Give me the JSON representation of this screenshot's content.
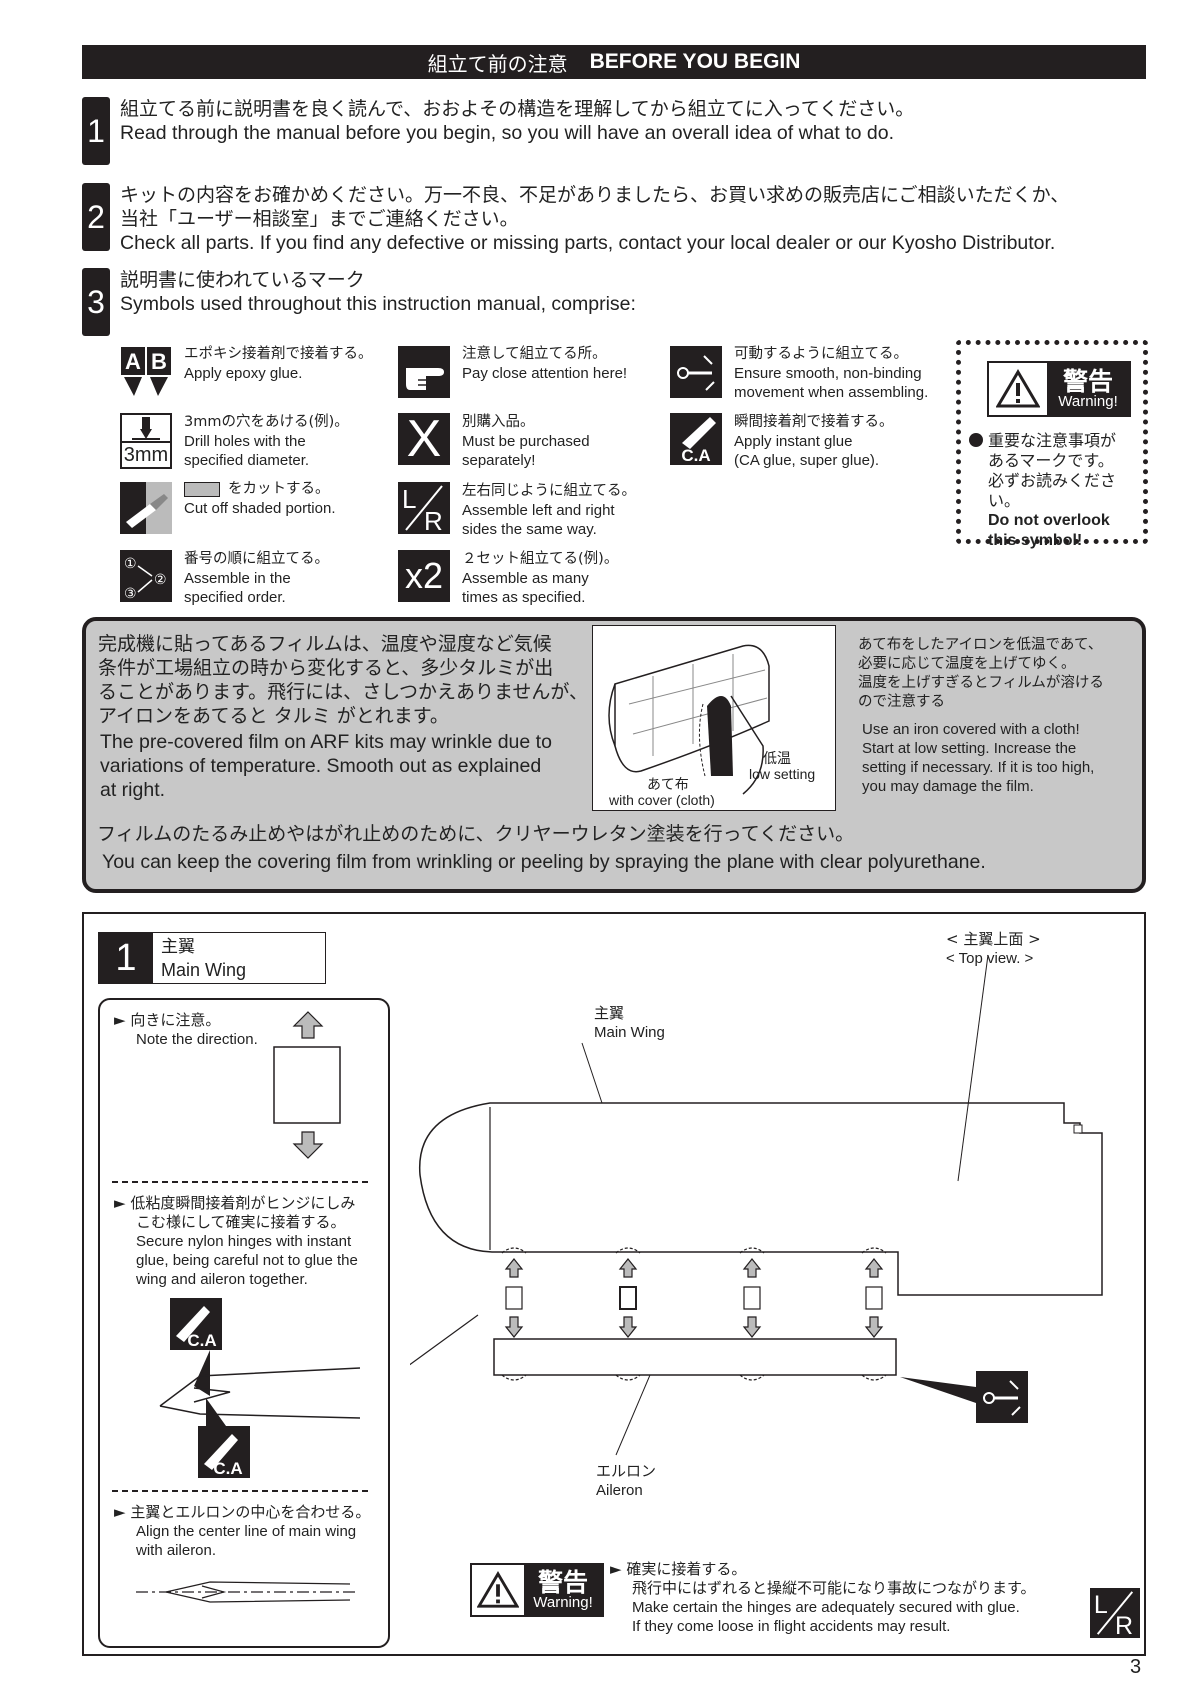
{
  "header": {
    "title_jp": "組立て前の注意",
    "title_en": "BEFORE YOU BEGIN"
  },
  "steps": [
    {
      "num": "1",
      "jp": "組立てる前に説明書を良く読んで、おおよその構造を理解してから組立てに入ってください。",
      "en": "Read through the manual before you begin, so you will have an overall idea of what to do."
    },
    {
      "num": "2",
      "jp1": "キットの内容をお確かめください。万一不良、不足がありましたら、お買い求めの販売店にご相談いただくか、",
      "jp2": "当社「ユーザー相談室」までご連絡ください。",
      "en": "Check all parts.  If you find any defective or missing parts, contact your local dealer or our Kyosho Distributor."
    },
    {
      "num": "3",
      "jp": "説明書に使われているマーク",
      "en": "Symbols used throughout this instruction manual, comprise:"
    }
  ],
  "symbols": {
    "epoxy": {
      "icon": "AB",
      "jp": "エポキシ接着剤で接着する。",
      "en": "Apply epoxy glue."
    },
    "drill": {
      "icon": "3mm",
      "jp": "3mmの穴をあける(例)。",
      "en1": "Drill holes with the",
      "en2": "specified diameter."
    },
    "cut": {
      "jp": "をカットする。",
      "en": "Cut off shaded portion."
    },
    "order": {
      "icon_a": "①",
      "icon_b": "②",
      "icon_c": "③",
      "jp": "番号の順に組立てる。",
      "en1": "Assemble in the",
      "en2": "specified order."
    },
    "attention": {
      "jp": "注意して組立てる所。",
      "en": "Pay close attention here!"
    },
    "purchase": {
      "icon": "X",
      "jp": "別購入品。",
      "en1": "Must be purchased",
      "en2": "separately!"
    },
    "lr": {
      "icon_l": "L",
      "icon_r": "R",
      "jp": "左右同じように組立てる。",
      "en1": "Assemble left and right",
      "en2": "sides the same way."
    },
    "x2": {
      "icon": "x2",
      "jp": "２セット組立てる(例)。",
      "en1": "Assemble as many",
      "en2": "times as specified."
    },
    "smooth": {
      "jp": "可動するように組立てる。",
      "en1": "Ensure smooth, non-binding",
      "en2": "movement when assembling."
    },
    "ca": {
      "icon": "C.A",
      "jp": "瞬間接着剤で接着する。",
      "en1": "Apply instant glue",
      "en2": "(CA glue, super glue)."
    }
  },
  "warning_box": {
    "badge_kanji": "警告",
    "badge_en": "Warning!",
    "jp1": "重要な注意事項が",
    "jp2": "あるマークです。",
    "jp3": "必ずお読みください。",
    "en1": "Do not overlook",
    "en2": "this symbol!"
  },
  "film_notice": {
    "jp1": "完成機に貼ってあるフィルムは、温度や湿度など気候",
    "jp2": "条件が工場組立の時から変化すると、多少タルミが出",
    "jp3": "ることがあります。飛行には、さしつかえありませんが、",
    "jp4": "アイロンをあてると タルミ がとれます。",
    "en1": "The pre-covered film on ARF kits may wrinkle due to",
    "en2": "variations of temperature.  Smooth out as explained",
    "en3": "at right.",
    "fig_low_jp": "低温",
    "fig_low_en": "low setting",
    "fig_cloth_jp": "あて布",
    "fig_cloth_en": "with cover (cloth)",
    "right_jp1": "あて布をしたアイロンを低温であて、",
    "right_jp2": "必要に応じて温度を上げてゆく。",
    "right_jp3": "温度を上げすぎるとフィルムが溶ける",
    "right_jp4": "ので注意する",
    "right_en1": "Use an iron covered with a cloth!",
    "right_en2": "Start at low setting.  Increase the",
    "right_en3": "setting if necessary.  If it is too high,",
    "right_en4": "you may damage the film.",
    "bottom_jp": "フィルムのたるみ止めやはがれ止めのために、クリヤーウレタン塗装を行ってください。",
    "bottom_en": "You can keep the covering film from wrinkling or peeling by spraying the plane with clear polyurethane."
  },
  "section1": {
    "num": "1",
    "title_jp": "主翼",
    "title_en": "Main Wing",
    "top_view_jp": "< 主翼上面 >",
    "top_view_en": "< Top view. >",
    "wing_label_jp": "主翼",
    "wing_label_en": "Main Wing",
    "aileron_jp": "エルロン",
    "aileron_en": "Aileron",
    "note_dir_jp": "向きに注意。",
    "note_dir_en": "Note the direction.",
    "hinge_jp1": "低粘度瞬間接着剤がヒンジにしみ",
    "hinge_jp2": "こむ様にして確実に接着する。",
    "hinge_en1": "Secure nylon hinges with instant",
    "hinge_en2": "glue, being careful not to glue the",
    "hinge_en3": "wing and aileron together.",
    "ca_label": "C.A",
    "align_jp": "主翼とエルロンの中心を合わせる。",
    "align_en1": "Align the center line of main wing",
    "align_en2": "with aileron.",
    "warn_kanji": "警告",
    "warn_en": "Warning!",
    "secure_jp1": "確実に接着する。",
    "secure_jp2": "飛行中にはずれると操縦不可能になり事故につながります。",
    "secure_en1": "Make certain the hinges are adequately secured with glue.",
    "secure_en2": "If they come loose in flight accidents may result.",
    "lr_l": "L",
    "lr_r": "R"
  },
  "page_number": "3"
}
